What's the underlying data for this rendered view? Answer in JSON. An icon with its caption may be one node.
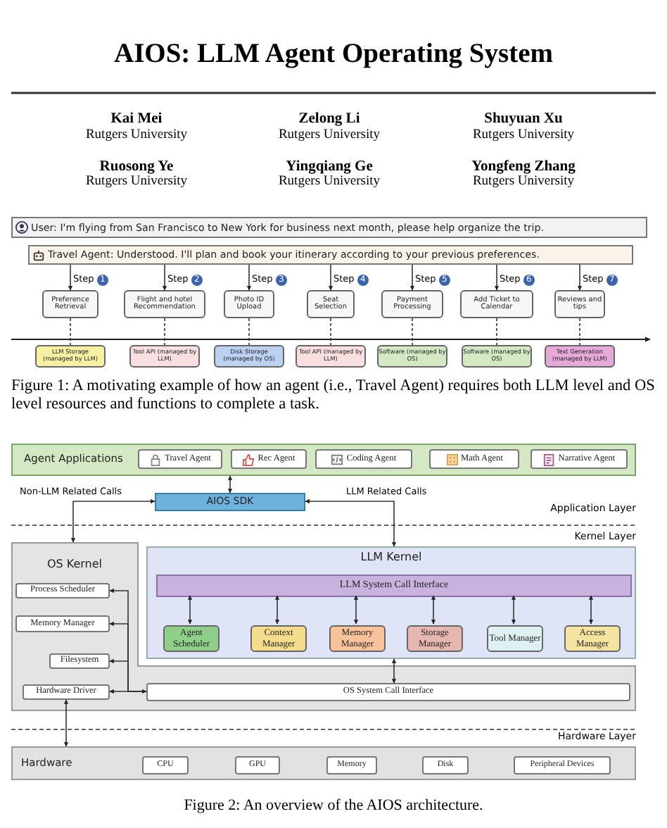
{
  "diagram": {
    "title": "AIOS: LLM Agent Operating System",
    "nodes": [
      {
        "text": [
          "User: I'm flying from San Francisco to New York for business next month, please help organize the trip."
        ]
      },
      {
        "text": [
          "Travel Agent: Understood. I'll plan and book your itinerary according to your previous preferences."
        ]
      },
      {
        "text": [
          "Preference Retrieval"
        ]
      },
      {
        "text": [
          "Flight and hotel Recommendation"
        ]
      },
      {
        "text": [
          "Photo ID Upload"
        ]
      },
      {
        "text": [
          "Seat Selection"
        ]
      },
      {
        "text": [
          "Payment Processing"
        ]
      },
      {
        "text": [
          "Add Ticket to Calendar"
        ]
      },
      {
        "text": [
          "Reviews and tips"
        ]
      },
      {
        "text": [
          "LLM Storage (managed by LLM)"
        ]
      },
      {
        "text": [
          "Tool API (managed by LLM)"
        ]
      },
      {
        "text": [
          "Disk Storage (managed by OS)"
        ]
      },
      {
        "text": [
          "Tool API (managed by LLM)"
        ]
      },
      {
        "text": [
          "Software (managed by OS)"
        ]
      },
      {
        "text": [
          "Software (managed by OS)"
        ]
      },
      {
        "text": [
          "Text Generation (managed by LLM)"
        ]
      },
      {
        "text": [
          "Agent Applications"
        ]
      },
      {
        "text": [
          "Travel Agent"
        ],
        "in": 16
      },
      {
        "text": [
          "Rec Agent"
        ],
        "in": 16
      },
      {
        "text": [
          "Coding Agent"
        ],
        "in": 16
      },
      {
        "text": [
          "Math Agent"
        ],
        "in": 16
      },
      {
        "text": [
          "Narrative Agent"
        ],
        "in": 16
      },
      {
        "text": [
          "AIOS SDK"
        ]
      },
      {
        "text": [
          "LLM Kernel"
        ]
      },
      {
        "text": [
          "LLM System Call Interface"
        ],
        "in": 23
      },
      {
        "text": [
          "Agent Scheduler"
        ],
        "in": 23
      },
      {
        "text": [
          "Context Manager"
        ],
        "in": 23
      },
      {
        "text": [
          "Memory Manager"
        ],
        "in": 23
      },
      {
        "text": [
          "Storage Manager"
        ],
        "in": 23
      },
      {
        "text": [
          "Tool Manager"
        ],
        "in": 23
      },
      {
        "text": [
          "Access Manager"
        ],
        "in": 23
      },
      {
        "text": [
          "OS Kernel"
        ]
      },
      {
        "text": [
          "Process Scheduler"
        ],
        "in": 31
      },
      {
        "text": [
          "Memory Manager"
        ],
        "in": 31
      },
      {
        "text": [
          "Filesystem"
        ],
        "in": 31
      },
      {
        "text": [
          "Hardware Driver"
        ],
        "in": 31
      },
      {
        "text": [
          "OS System Call Interface"
        ],
        "in": 31
      },
      {
        "text": [
          "Hardware"
        ]
      },
      {
        "text": [
          "CPU"
        ],
        "in": 37
      },
      {
        "text": [
          "GPU"
        ],
        "in": 37
      },
      {
        "text": [
          "Memory"
        ],
        "in": 37
      },
      {
        "text": [
          "Disk"
        ],
        "in": 37
      },
      {
        "text": [
          "Peripheral Devices"
        ],
        "in": 37
      }
    ],
    "edges": [
      {
        "from": 1,
        "to": 2,
        "arrow": "to",
        "label": "Step 1"
      },
      {
        "from": 1,
        "to": 3,
        "arrow": "to",
        "label": "Step 2"
      },
      {
        "from": 1,
        "to": 4,
        "arrow": "to",
        "label": "Step 3"
      },
      {
        "from": 1,
        "to": 5,
        "arrow": "to",
        "label": "Step 4"
      },
      {
        "from": 1,
        "to": 6,
        "arrow": "to",
        "label": "Step 5"
      },
      {
        "from": 1,
        "to": 7,
        "arrow": "to",
        "label": "Step 6"
      },
      {
        "from": 1,
        "to": 8,
        "arrow": "to",
        "label": "Step 7"
      },
      {
        "from": 2,
        "to": 9,
        "arrow": "none",
        "style": "dashed"
      },
      {
        "from": 3,
        "to": 10,
        "arrow": "none",
        "style": "dashed"
      },
      {
        "from": 4,
        "to": 11,
        "arrow": "none",
        "style": "dashed"
      },
      {
        "from": 5,
        "to": 12,
        "arrow": "none",
        "style": "dashed"
      },
      {
        "from": 6,
        "to": 13,
        "arrow": "none",
        "style": "dashed"
      },
      {
        "from": 7,
        "to": 14,
        "arrow": "none",
        "style": "dashed"
      },
      {
        "from": 8,
        "to": 15,
        "arrow": "none",
        "style": "dashed"
      },
      {
        "from": 16,
        "to": 22,
        "arrow": "both"
      },
      {
        "from": 22,
        "to": 31,
        "arrow": "both",
        "label": "Non-LLM Related Calls"
      },
      {
        "from": 22,
        "to": 23,
        "arrow": "both",
        "label": "LLM Related Calls"
      },
      {
        "from": 24,
        "to": 25,
        "arrow": "both"
      },
      {
        "from": 24,
        "to": 26,
        "arrow": "both"
      },
      {
        "from": 24,
        "to": 27,
        "arrow": "both"
      },
      {
        "from": 24,
        "to": 28,
        "arrow": "both"
      },
      {
        "from": 24,
        "to": 29,
        "arrow": "both"
      },
      {
        "from": 24,
        "to": 30,
        "arrow": "both"
      },
      {
        "from": 23,
        "to": 36,
        "arrow": "both"
      },
      {
        "from": 36,
        "to": 32,
        "arrow": "to"
      },
      {
        "from": 36,
        "to": 33,
        "arrow": "to"
      },
      {
        "from": 36,
        "to": 34,
        "arrow": "to"
      },
      {
        "from": 35,
        "to": 36,
        "arrow": "both"
      },
      {
        "from": 35,
        "to": 37,
        "arrow": "both"
      }
    ],
    "labels": [
      "Kai Mei",
      "Rutgers University",
      "Zelong Li",
      "Rutgers University",
      "Shuyuan Xu",
      "Rutgers University",
      "Ruosong Ye",
      "Rutgers University",
      "Yingqiang Ge",
      "Rutgers University",
      "Yongfeng Zhang",
      "Rutgers University",
      "Figure 1: A motivating example of how an agent (i.e., Travel Agent) requires both LLM level and OS level resources and functions to complete a task.",
      "Application Layer",
      "Kernel Layer",
      "Hardware Layer",
      "Figure 2: An overview of the AIOS architecture."
    ]
  }
}
